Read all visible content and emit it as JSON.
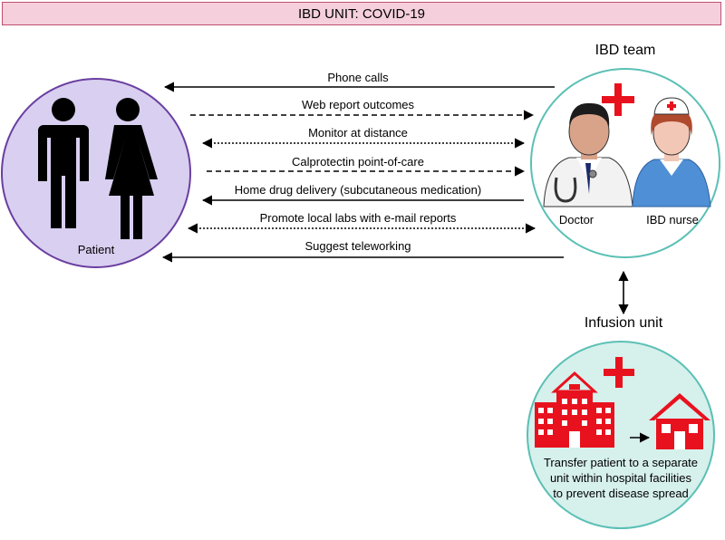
{
  "title": "IBD UNIT: COVID-19",
  "nodes": {
    "patient": {
      "label": "Patient",
      "fill": "#d9cff0",
      "stroke": "#6a3fa0"
    },
    "ibd_team": {
      "heading": "IBD team",
      "doctor_label": "Doctor",
      "nurse_label": "IBD nurse",
      "fill": "#ffffff",
      "stroke": "#5bc0b5"
    },
    "infusion_unit": {
      "heading": "Infusion unit",
      "fill": "#d6f0ec",
      "stroke": "#5bc0b5",
      "caption_lines": [
        "Transfer patient to a separate",
        "unit within hospital facilities",
        "to prevent disease spread"
      ]
    }
  },
  "arrows": [
    {
      "label": "Phone calls",
      "direction": "to-patient",
      "style": "solid"
    },
    {
      "label": "Web report outcomes",
      "direction": "to-team",
      "style": "dashed"
    },
    {
      "label": "Monitor at distance",
      "direction": "both",
      "style": "dotted"
    },
    {
      "label": "Calprotectin point-of-care",
      "direction": "to-team",
      "style": "dashed"
    },
    {
      "label": "Home drug delivery (subcutaneous medication)",
      "direction": "to-patient",
      "style": "solid"
    },
    {
      "label": "Promote local labs with e-mail reports",
      "direction": "both",
      "style": "dotted"
    },
    {
      "label": "Suggest teleworking",
      "direction": "to-patient",
      "style": "solid"
    }
  ],
  "colors": {
    "red_cross": "#e8121e",
    "building_red": "#e8121e",
    "purple_stroke": "#6a3fa0",
    "teal_stroke": "#5bc0b5"
  }
}
